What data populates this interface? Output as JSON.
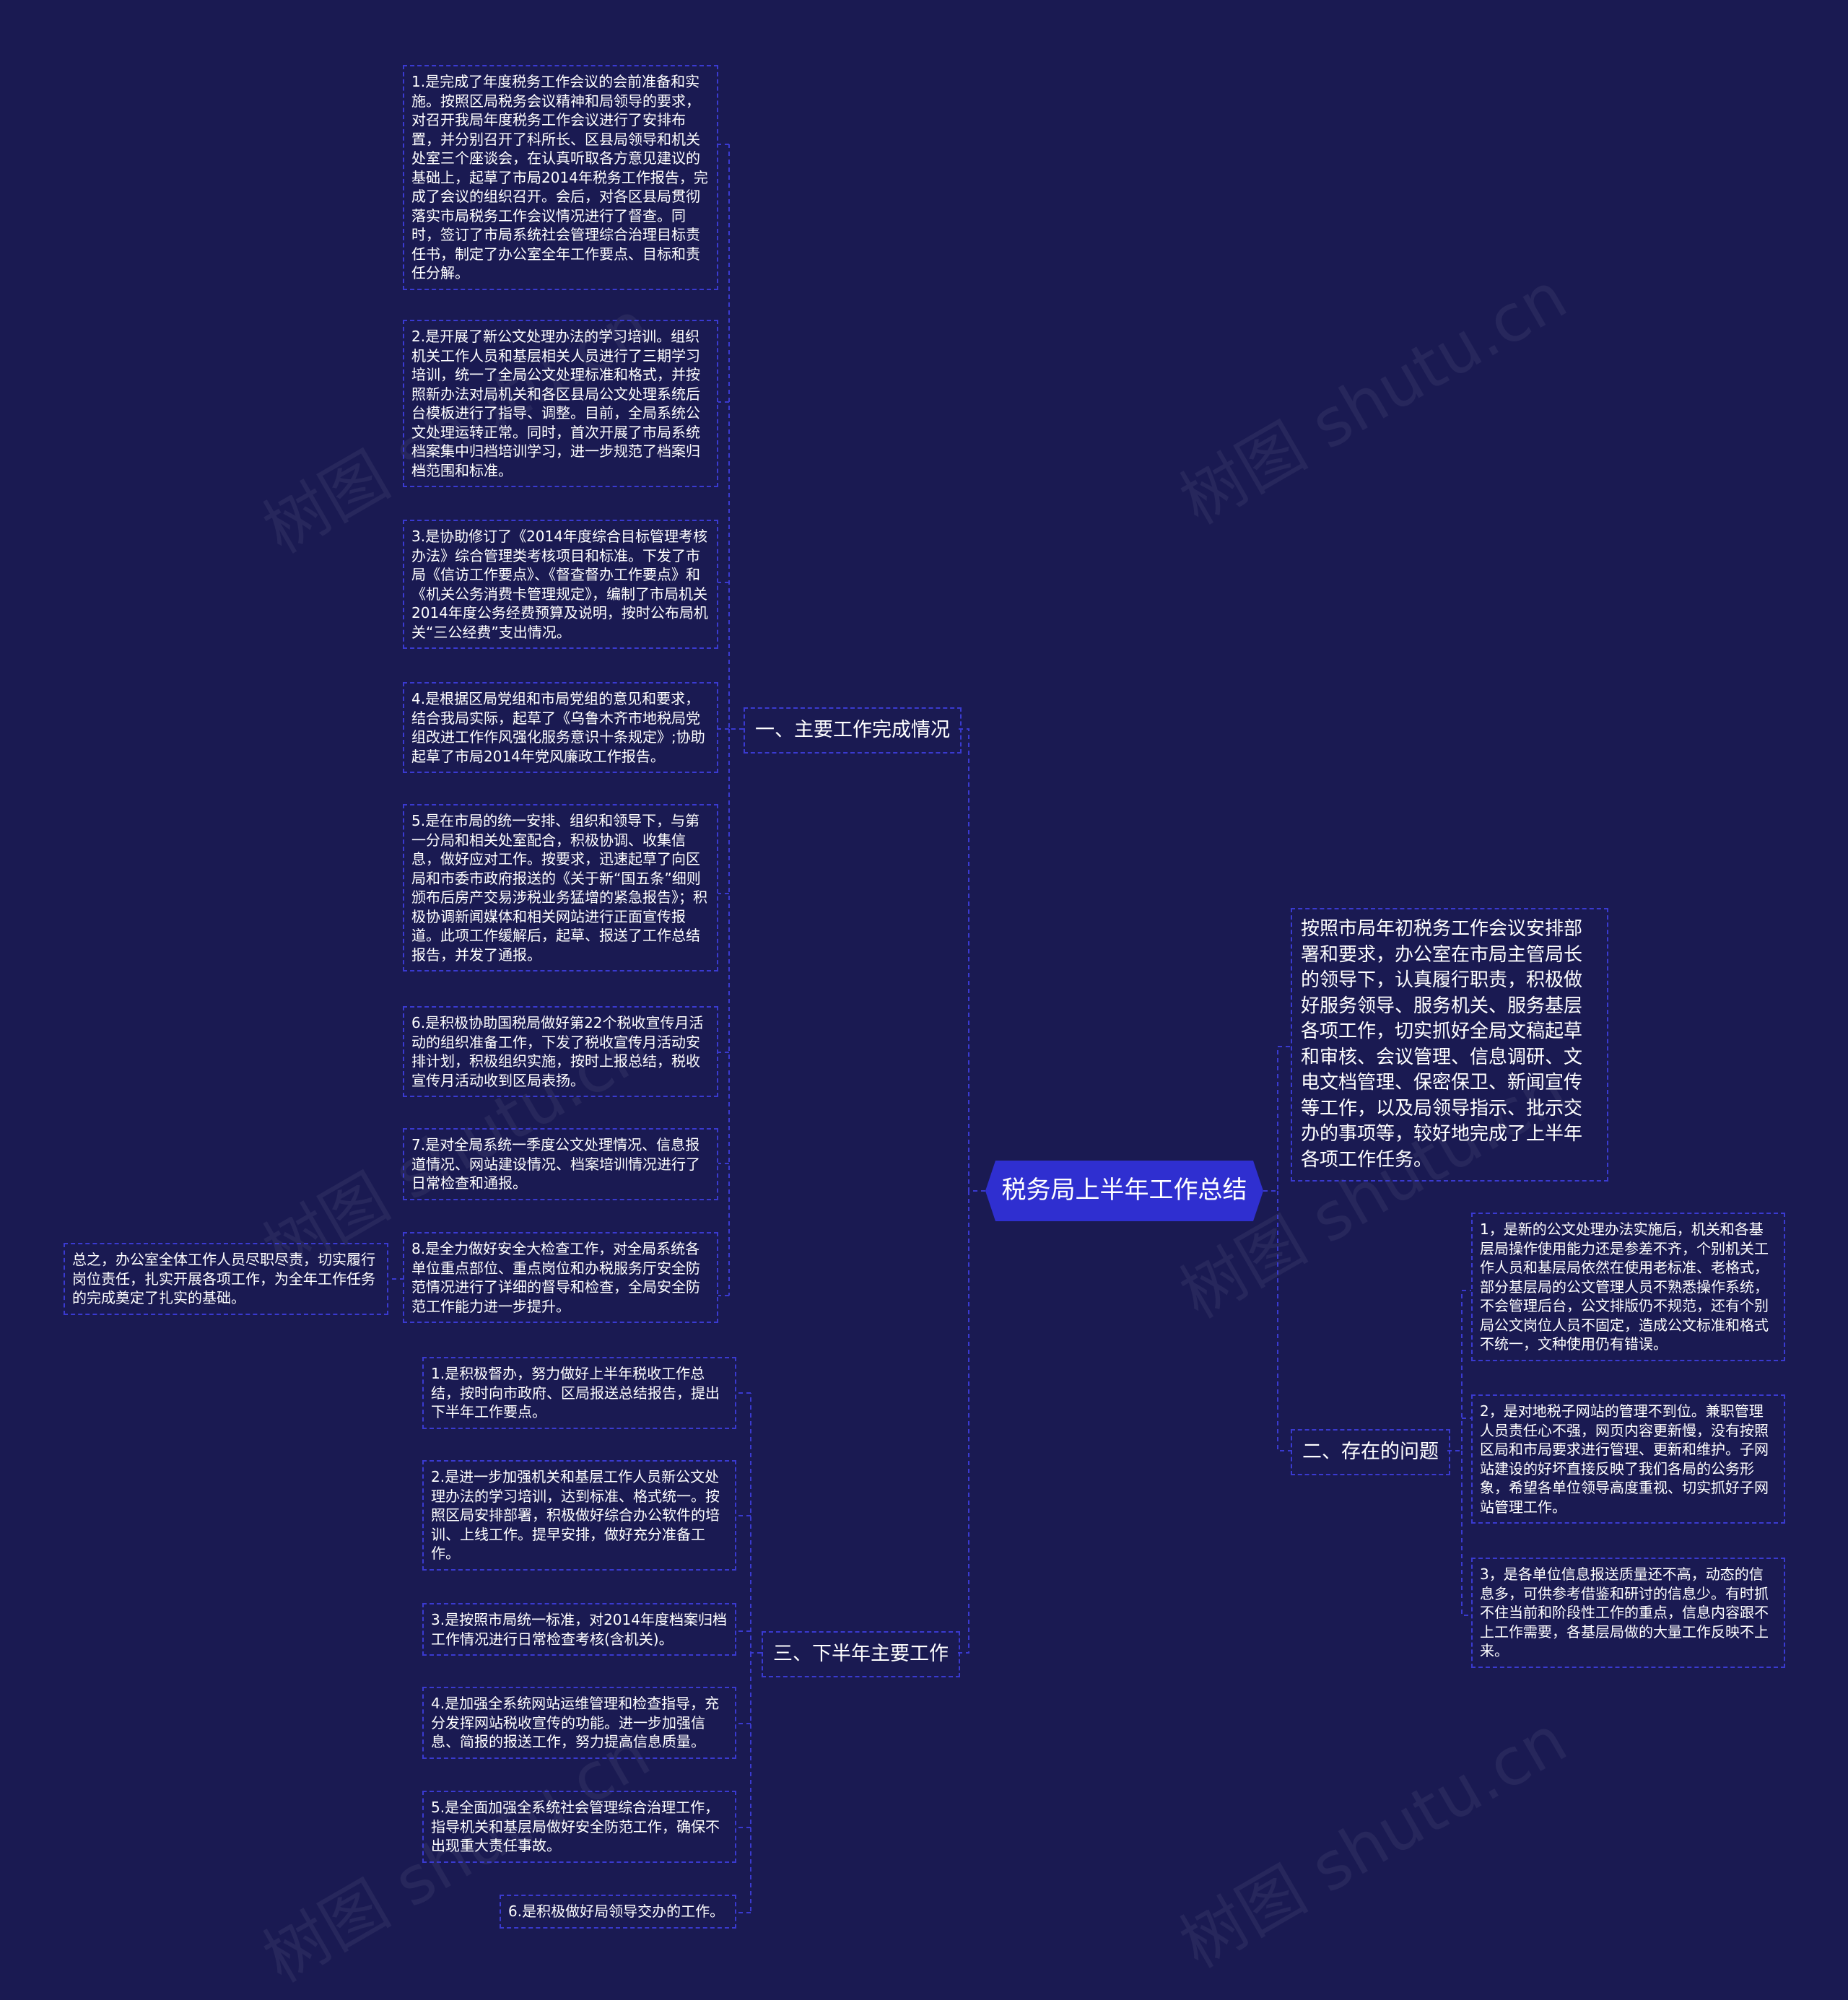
{
  "root": {
    "title": "税务局上半年工作总结"
  },
  "intro": "按照市局年初税务工作会议安排部署和要求，办公室在市局主管局长的领导下，认真履行职责，积极做好服务领导、服务机关、服务基层各项工作，切实抓好全局文稿起草和审核、会议管理、信息调研、文电文档管理、保密保卫、新闻宣传等工作，以及局领导指示、批示交办的事项等，较好地完成了上半年各项工作任务。",
  "branches": {
    "main_work": {
      "label": "一、主要工作完成情况",
      "items": [
        "1.是完成了年度税务工作会议的会前准备和实施。按照区局税务会议精神和局领导的要求，对召开我局年度税务工作会议进行了安排布置，并分别召开了科所长、区县局领导和机关处室三个座谈会，在认真听取各方意见建议的基础上，起草了市局2014年税务工作报告，完成了会议的组织召开。会后，对各区县局贯彻落实市局税务工作会议情况进行了督查。同时，签订了市局系统社会管理综合治理目标责任书，制定了办公室全年工作要点、目标和责任分解。",
        "2.是开展了新公文处理办法的学习培训。组织机关工作人员和基层相关人员进行了三期学习培训，统一了全局公文处理标准和格式，并按照新办法对局机关和各区县局公文处理系统后台模板进行了指导、调整。目前，全局系统公文处理运转正常。同时，首次开展了市局系统档案集中归档培训学习，进一步规范了档案归档范围和标准。",
        "3.是协助修订了《2014年度综合目标管理考核办法》综合管理类考核项目和标准。下发了市局《信访工作要点》、《督查督办工作要点》和《机关公务消费卡管理规定》，编制了市局机关2014年度公务经费预算及说明，按时公布局机关“三公经费”支出情况。",
        "4.是根据区局党组和市局党组的意见和要求，结合我局实际，起草了《乌鲁木齐市地税局党组改进工作作风强化服务意识十条规定》;协助起草了市局2014年党风廉政工作报告。",
        "5.是在市局的统一安排、组织和领导下，与第一分局和相关处室配合，积极协调、收集信息，做好应对工作。按要求，迅速起草了向区局和市委市政府报送的《关于新“国五条”细则颁布后房产交易涉税业务猛增的紧急报告》；积极协调新闻媒体和相关网站进行正面宣传报道。此项工作缓解后，起草、报送了工作总结报告，并发了通报。",
        "6.是积极协助国税局做好第22个税收宣传月活动的组织准备工作，下发了税收宣传月活动安排计划，积极组织实施，按时上报总结，税收宣传月活动收到区局表扬。",
        "7.是对全局系统一季度公文处理情况、信息报道情况、网站建设情况、档案培训情况进行了日常检查和通报。",
        "8.是全力做好安全大检查工作，对全局系统各单位重点部位、重点岗位和办税服务厅安全防范情况进行了详细的督导和检查，全局安全防范工作能力进一步提升。"
      ],
      "summary": "总之，办公室全体工作人员尽职尽责，切实履行岗位责任，扎实开展各项工作，为全年工作任务的完成奠定了扎实的基础。"
    },
    "problems": {
      "label": "二、存在的问题",
      "items": [
        "1，是新的公文处理办法实施后，机关和各基层局操作使用能力还是参差不齐，个别机关工作人员和基层局依然在使用老标准、老格式，部分基层局的公文管理人员不熟悉操作系统，不会管理后台，公文排版仍不规范，还有个别局公文岗位人员不固定，造成公文标准和格式不统一，文种使用仍有错误。",
        "2，是对地税子网站的管理不到位。兼职管理人员责任心不强，网页内容更新慢，没有按照区局和市局要求进行管理、更新和维护。子网站建设的好坏直接反映了我们各局的公务形象，希望各单位领导高度重视、切实抓好子网站管理工作。",
        "3，是各单位信息报送质量还不高，动态的信息多，可供参考借鉴和研讨的信息少。有时抓不住当前和阶段性工作的重点，信息内容跟不上工作需要，各基层局做的大量工作反映不上来。"
      ]
    },
    "next_half": {
      "label": "三、下半年主要工作",
      "items": [
        "1.是积极督办，努力做好上半年税收工作总结，按时向市政府、区局报送总结报告，提出下半年工作要点。",
        "2.是进一步加强机关和基层工作人员新公文处理办法的学习培训，达到标准、格式统一。按照区局安排部署，积极做好综合办公软件的培训、上线工作。提早安排，做好充分准备工作。",
        "3.是按照市局统一标准，对2014年度档案归档工作情况进行日常检查考核(含机关)。",
        "4.是加强全系统网站运维管理和检查指导，充分发挥网站税收宣传的功能。进一步加强信息、简报的报送工作，努力提高信息质量。",
        "5.是全面加强全系统社会管理综合治理工作，指导机关和基层局做好安全防范工作，确保不出现重大责任事故。",
        "6.是积极做好局领导交办的工作。"
      ]
    }
  },
  "watermark": "树图 shutu.cn",
  "colors": {
    "background": "#1a1a52",
    "root": "#2f2fd0",
    "border": "#3a3ad0",
    "text": "#ffffff"
  }
}
